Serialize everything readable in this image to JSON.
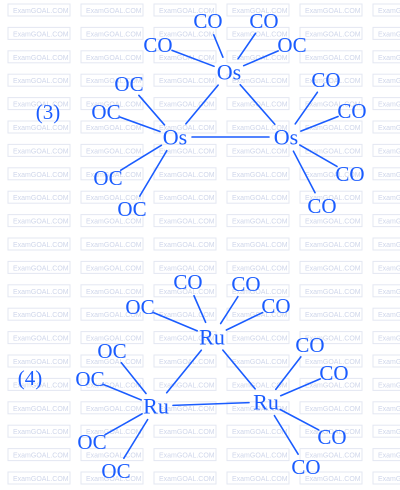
{
  "watermark_text": "ExamGOAL.COM",
  "colors": {
    "ink": "#1a5cff",
    "watermark": "#cfd6ea"
  },
  "diagrams": [
    {
      "label": "(3)",
      "metals": [
        {
          "id": "m1",
          "text": "Os"
        },
        {
          "id": "m2",
          "text": "Os"
        },
        {
          "id": "m3",
          "text": "Os"
        }
      ],
      "ligands": [
        {
          "text": "CO",
          "metal": "m1"
        },
        {
          "text": "CO",
          "metal": "m1"
        },
        {
          "text": "OC",
          "metal": "m1"
        },
        {
          "text": "CO",
          "metal": "m1"
        },
        {
          "text": "OC",
          "metal": "m2"
        },
        {
          "text": "OC",
          "metal": "m2"
        },
        {
          "text": "OC",
          "metal": "m2"
        },
        {
          "text": "OC",
          "metal": "m2"
        },
        {
          "text": "CO",
          "metal": "m3"
        },
        {
          "text": "CO",
          "metal": "m3"
        },
        {
          "text": "CO",
          "metal": "m3"
        },
        {
          "text": "CO",
          "metal": "m3"
        }
      ]
    },
    {
      "label": "(4)",
      "metals": [
        {
          "id": "m1",
          "text": "Ru"
        },
        {
          "id": "m2",
          "text": "Ru"
        },
        {
          "id": "m3",
          "text": "Ru"
        }
      ],
      "ligands": [
        {
          "text": "CO",
          "metal": "m1"
        },
        {
          "text": "CO",
          "metal": "m1"
        },
        {
          "text": "CO",
          "metal": "m1"
        },
        {
          "text": "OC",
          "metal": "m1"
        },
        {
          "text": "OC",
          "metal": "m2"
        },
        {
          "text": "OC",
          "metal": "m2"
        },
        {
          "text": "OC",
          "metal": "m2"
        },
        {
          "text": "OC",
          "metal": "m2"
        },
        {
          "text": "CO",
          "metal": "m3"
        },
        {
          "text": "CO",
          "metal": "m3"
        },
        {
          "text": "CO",
          "metal": "m3"
        },
        {
          "text": "CO",
          "metal": "m3"
        }
      ]
    }
  ]
}
